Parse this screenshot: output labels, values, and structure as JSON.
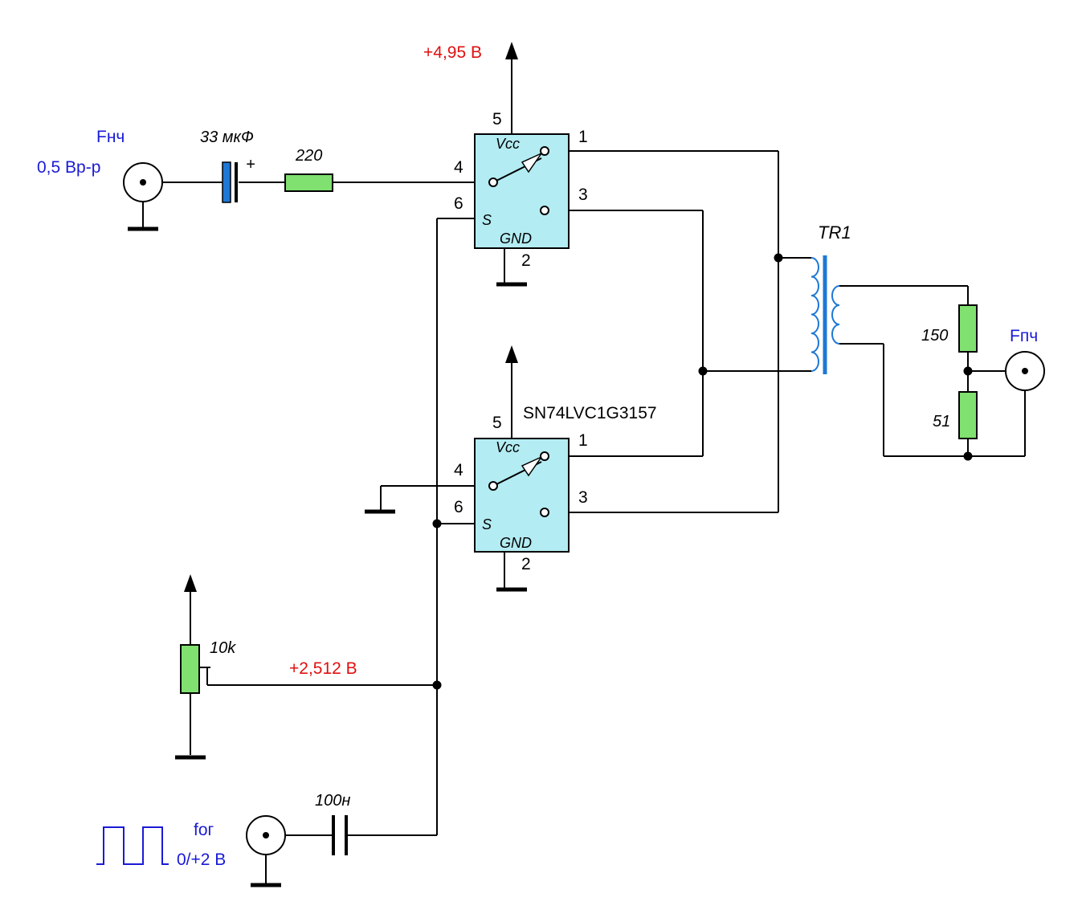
{
  "inputs": {
    "lf_name": "Fнч",
    "lf_level": "0,5 Вр-р",
    "if_name": "Fпч",
    "lo_name": "fог",
    "lo_level": "0/+2 В"
  },
  "voltages": {
    "vcc": "+4,95 В",
    "bias": "+2,512 В"
  },
  "components": {
    "c_input": "33 мкФ",
    "c_input_polarity": "+",
    "r_input": "220",
    "transformer": "TR1",
    "r_upper": "150",
    "r_lower": "51",
    "pot": "10k",
    "c_lo": "100н",
    "ic_part": "SN74LVC1G3157"
  },
  "chip_top": {
    "vcc_label": "Vcc",
    "s_label": "S",
    "gnd_label": "GND",
    "pin_vcc": "5",
    "pin_b1": "1",
    "pin_a": "4",
    "pin_b0": "3",
    "pin_s": "6",
    "pin_gnd": "2"
  },
  "chip_bottom": {
    "vcc_label": "Vcc",
    "s_label": "S",
    "gnd_label": "GND",
    "pin_vcc": "5",
    "pin_b1": "1",
    "pin_a": "4",
    "pin_b0": "3",
    "pin_s": "6",
    "pin_gnd": "2"
  },
  "colors": {
    "chip_fill": "#b3ecf2",
    "resistor_fill": "#80e070",
    "capacitor_blue": "#1e78d6",
    "transformer_blue": "#1e78d6",
    "label_blue": "#1a1ad6",
    "label_red": "#e01010"
  }
}
